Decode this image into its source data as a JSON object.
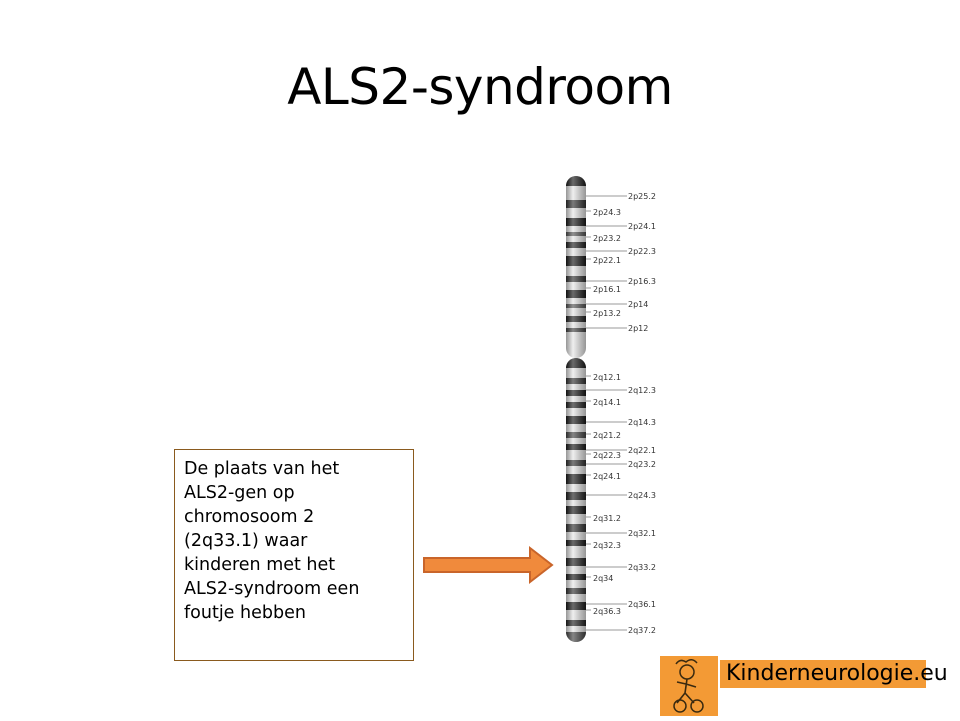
{
  "slide": {
    "title": "ALS2-syndroom",
    "callout_lines": [
      "De plaats van het",
      "ALS2-gen op",
      "chromosoom 2",
      "(2q33.1) waar",
      "kinderen met het",
      "ALS2-syndroom een",
      "foutje hebben"
    ],
    "brand": "Kinderneurologie.eu"
  },
  "colors": {
    "arrow_fill": "#f08a3c",
    "arrow_stroke": "#c9652a",
    "brand_bg": "#f39a35",
    "callout_border": "#8a5a1e"
  },
  "ideogram": {
    "right_labels": [
      "2p25.2",
      "2p24.1",
      "2p22.3",
      "2p16.3",
      "2p14",
      "2p12",
      "2q12.3",
      "2q14.3",
      "2q22.1",
      "2q23.2",
      "2q24.3",
      "2q32.1",
      "2q33.2",
      "2q36.1",
      "2q37.2"
    ],
    "left_labels": [
      "2p24.3",
      "2p23.2",
      "2p22.1",
      "2p16.1",
      "2p13.2",
      "2q12.1",
      "2q14.1",
      "2q21.2",
      "2q22.3",
      "2q24.1",
      "2q31.2",
      "2q32.3",
      "2q34",
      "2q36.3"
    ]
  }
}
